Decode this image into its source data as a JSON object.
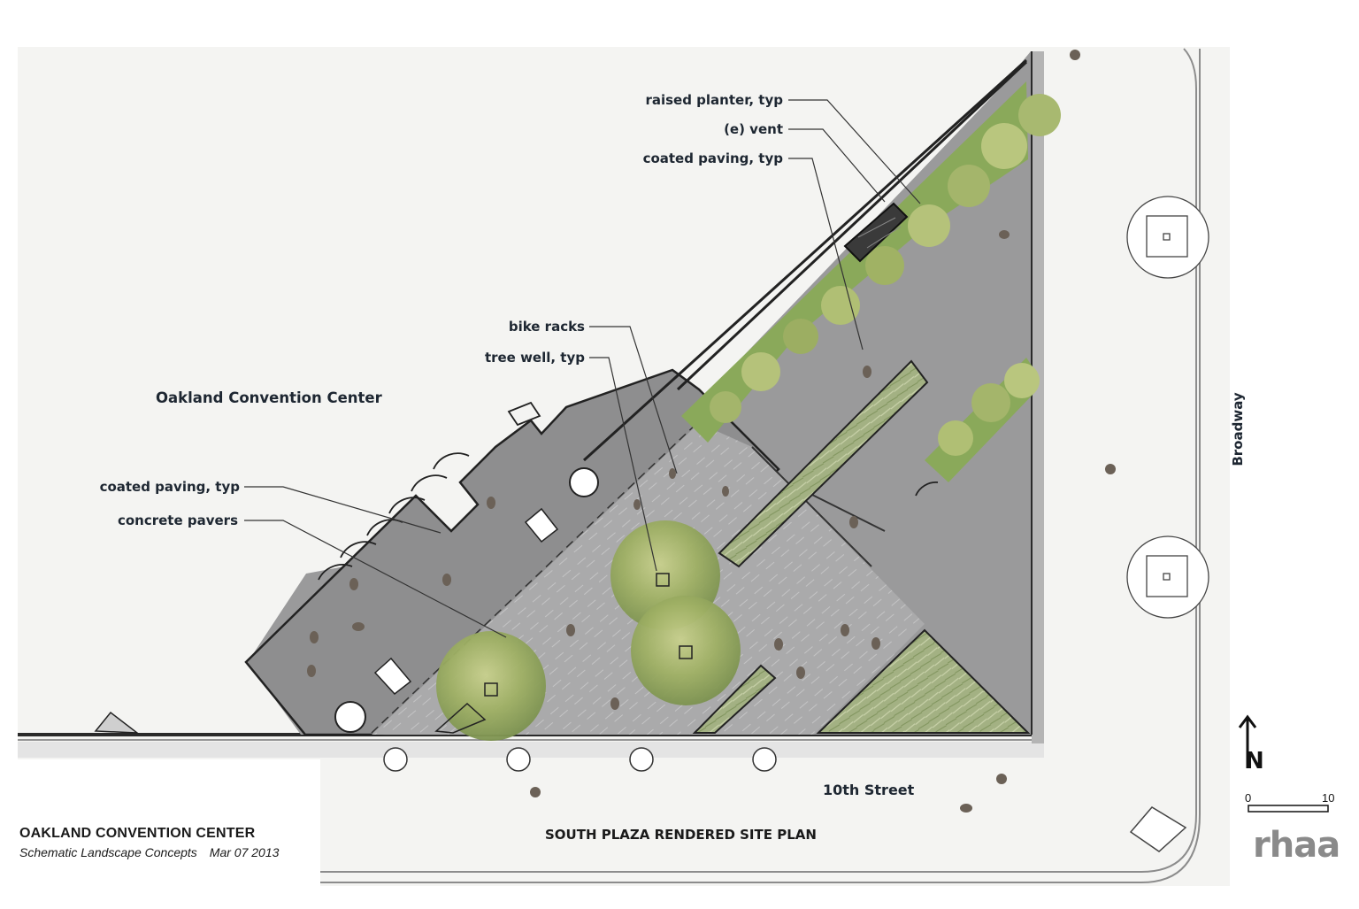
{
  "building_name": "Oakland Convention Center",
  "labels": {
    "raised_planter": "raised planter, typ",
    "vent": "(e) vent",
    "coated_paving_upper": "coated paving, typ",
    "bike_racks": "bike racks",
    "tree_well": "tree well, typ",
    "coated_paving_lower": "coated paving, typ",
    "concrete_pavers": "concrete pavers"
  },
  "streets": {
    "tenth": "10th Street",
    "broadway": "Broadway"
  },
  "north_arrow": {
    "letter": "N"
  },
  "scale_bar": {
    "min": "0",
    "max": "10"
  },
  "title_block": {
    "project": "OAKLAND CONVENTION CENTER",
    "subtitle": "Schematic Landscape Concepts",
    "date": "Mar 07 2013",
    "sheet_title": "SOUTH PLAZA RENDERED SITE PLAN"
  },
  "firm_logo": "rhaa",
  "colors": {
    "background": "#f4f4f2",
    "paving": "#9a9a9b",
    "pavers": "#a9a9aa",
    "vegetation": "#8aa95a",
    "grass": "#9dae7a",
    "ink": "#1e2732"
  }
}
